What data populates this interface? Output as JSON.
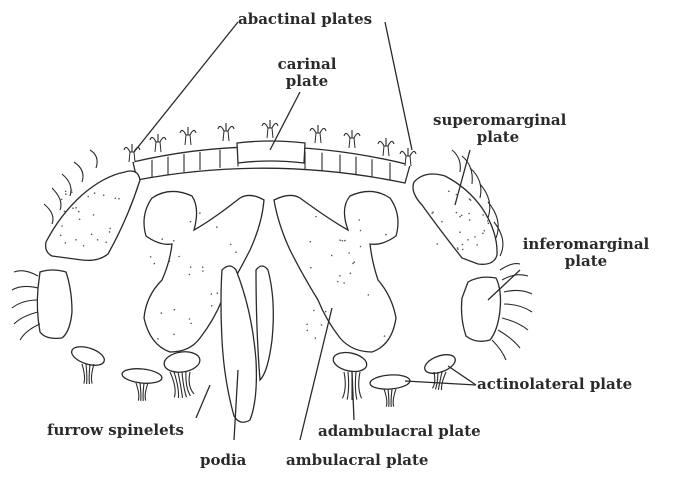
{
  "figure": {
    "labels": {
      "abactinal": "abactinal plates",
      "carinal_line1": "carinal",
      "carinal_line2": "plate",
      "supero_line1": "superomarginal",
      "supero_line2": "plate",
      "infero_line1": "inferomarginal",
      "infero_line2": "plate",
      "actinolateral": "actinolateral plate",
      "adambulacral": "adambulacral  plate",
      "furrow": "furrow spinelets",
      "podia": "podia",
      "ambulacral": "ambulacral plate"
    },
    "colors": {
      "ink": "#2a2a2a",
      "paper": "#ffffff"
    }
  }
}
